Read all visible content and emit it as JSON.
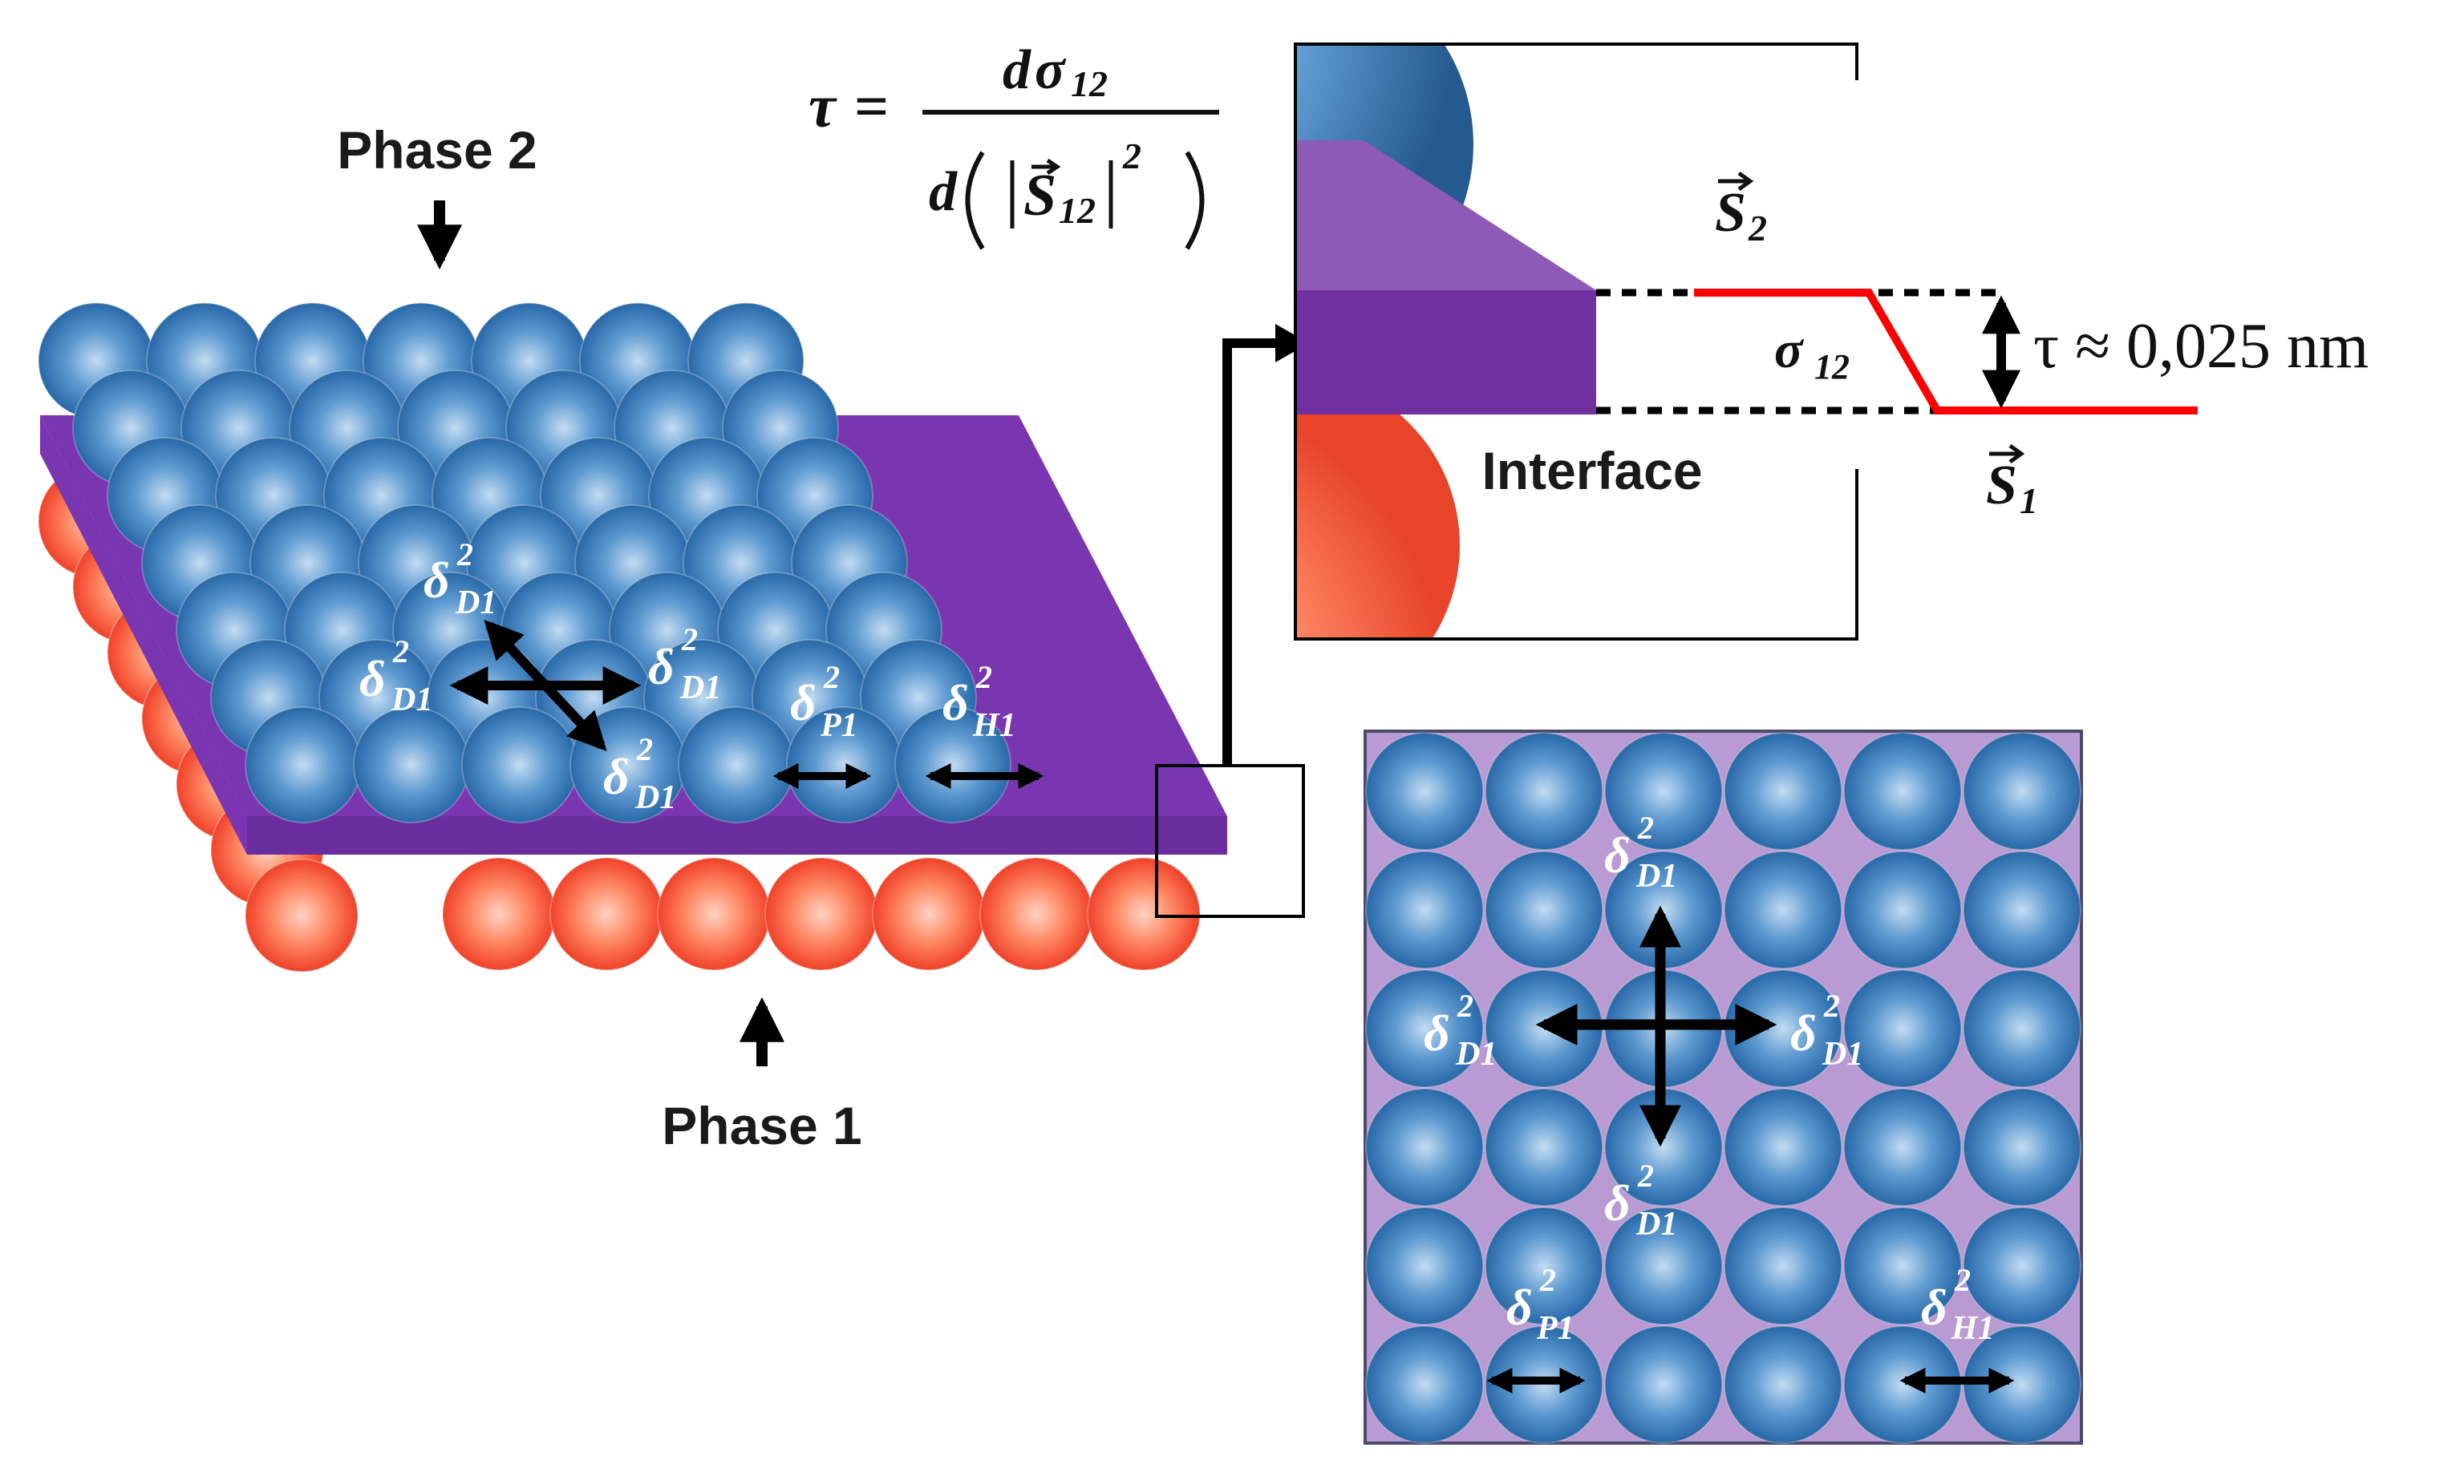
{
  "labels": {
    "phase2": "Phase 2",
    "phase1": "Phase 1",
    "interface": "Interface"
  },
  "equation": {
    "lhs": "τ",
    "equals": "=",
    "numerator_d": "d",
    "numerator_sigma": "σ",
    "numerator_sub": "12",
    "denominator_d": "d",
    "denominator_S": "S",
    "denominator_sub": "12",
    "denominator_exp": "2"
  },
  "detail": {
    "s2_main": "S",
    "s2_sub": "2",
    "s1_main": "S",
    "s1_sub": "1",
    "sigma_main": "σ",
    "sigma_sub": "12",
    "tau_expr": "τ ≈ 0,025 nm"
  },
  "delta": {
    "symbol": "δ",
    "exp": "2",
    "D1": "D1",
    "P1": "P1",
    "H1": "H1"
  },
  "colors": {
    "phase2_sphere": "#2f6fae",
    "phase1_sphere": "#f24a30",
    "interface_layer": "#7030a0",
    "interface_light": "#b99ad3",
    "profile_line": "#ff0000",
    "arrow": "#000000"
  },
  "icons": {
    "phase2_pointer": "down-arrow-icon",
    "phase1_pointer": "up-arrow-icon",
    "connector": "right-arrow-icon",
    "thickness": "double-arrow-icon"
  }
}
